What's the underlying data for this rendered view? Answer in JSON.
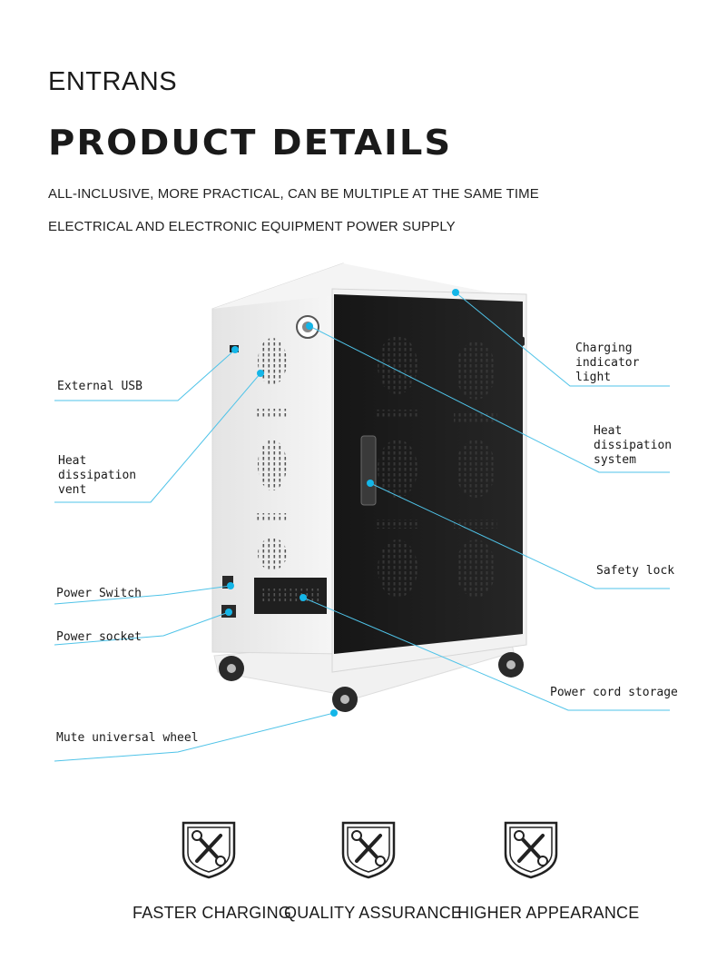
{
  "header": {
    "brand": "ENTRANS",
    "title": "PRODUCT DETAILS",
    "subtitle_1": "ALL-INCLUSIVE, MORE PRACTICAL, CAN BE MULTIPLE AT THE SAME TIME",
    "subtitle_2": "ELECTRICAL AND ELECTRONIC EQUIPMENT POWER SUPPLY"
  },
  "callouts": {
    "external_usb": "External USB",
    "heat_vent": "Heat\ndissipation\nvent",
    "power_switch": "Power Switch",
    "power_socket": "Power socket",
    "mute_wheel": "Mute universal wheel",
    "charging_light": "Charging\nindicator\nlight",
    "heat_system": "Heat\ndissipation\nsystem",
    "safety_lock": "Safety lock",
    "cord_storage": "Power cord storage"
  },
  "features": [
    {
      "label": "FASTER CHARGING",
      "icon": "shield-wrench-icon"
    },
    {
      "label": "QUALITY ASSURANCE",
      "icon": "shield-wrench-icon"
    },
    {
      "label": "HIGHER APPEARANCE",
      "icon": "shield-wrench-icon"
    }
  ],
  "colors": {
    "accent_line": "#4fc3e8",
    "dot": "#14b6e8",
    "cabinet_body": "#ececec",
    "door": "#1c1c1c"
  }
}
